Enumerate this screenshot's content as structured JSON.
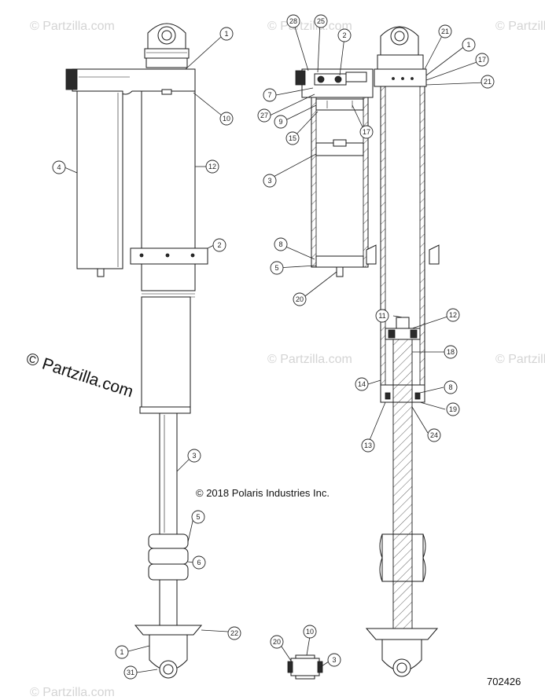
{
  "watermark": {
    "brand": "Partzilla.com",
    "brand_prefixed": "© Partzilla.com"
  },
  "copyright": "© 2018 Polaris Industries Inc.",
  "diagram_number": "702426",
  "callouts": {
    "left": [
      "1",
      "10",
      "4",
      "12",
      "2",
      "3",
      "5",
      "6",
      "22",
      "1",
      "31"
    ],
    "right": [
      "28",
      "25",
      "2",
      "7",
      "27",
      "9",
      "15",
      "17",
      "3",
      "8",
      "5",
      "20",
      "21",
      "1",
      "17",
      "21",
      "11",
      "12",
      "18",
      "14",
      "8",
      "19",
      "13",
      "24"
    ],
    "bottom": [
      "20",
      "10",
      "3"
    ]
  }
}
